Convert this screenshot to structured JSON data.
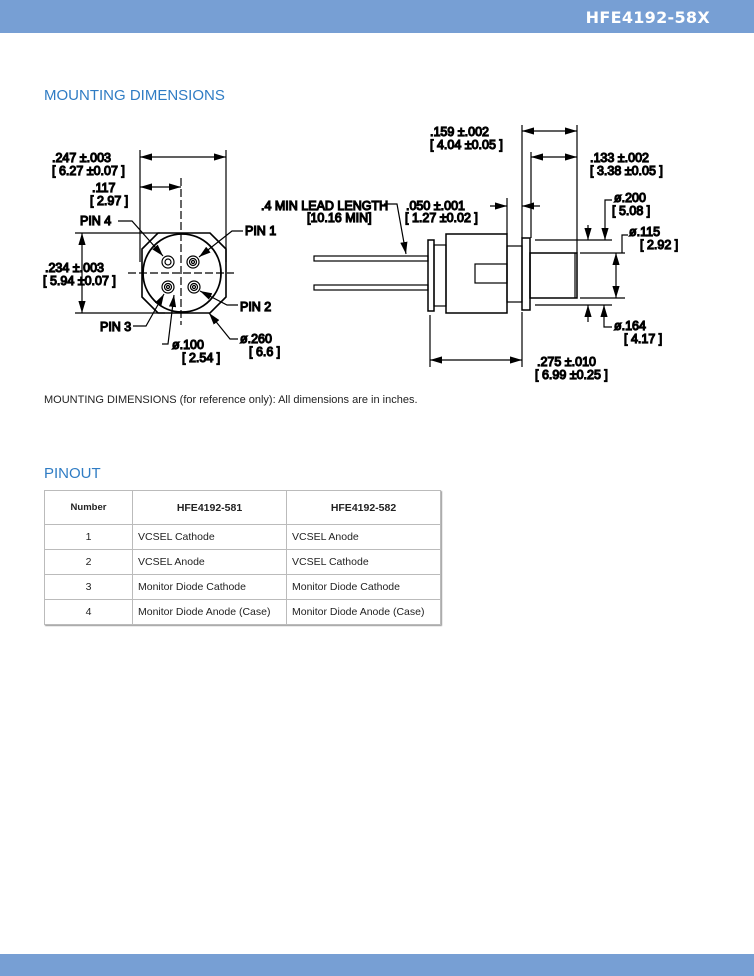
{
  "header": {
    "part_number": "HFE4192-58X"
  },
  "mounting": {
    "title": "MOUNTING DIMENSIONS",
    "note": "MOUNTING DIMENSIONS (for reference only):  All dimensions are in inches.",
    "labels": {
      "w247": ".247 ±.003",
      "w247mm": "[ 6.27 ±0.07 ]",
      "w117": ".117",
      "w117mm": "[ 2.97 ]",
      "pin4": "PIN 4",
      "pin1": "PIN 1",
      "pin2": "PIN 2",
      "pin3": "PIN 3",
      "h234": ".234 ±.003",
      "h234mm": "[ 5.94 ±0.07 ]",
      "d100": "ø.100",
      "d100mm": "[ 2.54 ]",
      "d260": "ø.260",
      "d260mm": "[ 6.6 ]",
      "lead": ".4 MIN LEAD LENGTH",
      "leadmm": "[10.16 MIN]",
      "w050": ".050 ±.001",
      "w050mm": "[ 1.27 ±0.02 ]",
      "w159": ".159 ±.002",
      "w159mm": "[ 4.04 ±0.05 ]",
      "w133": ".133 ±.002",
      "w133mm": "[ 3.38 ±0.05 ]",
      "d200": "ø.200",
      "d200mm": "[ 5.08 ]",
      "d115": "ø.115",
      "d115mm": "[ 2.92 ]",
      "d164": "ø.164",
      "d164mm": "[ 4.17 ]",
      "w275": ".275 ±.010",
      "w275mm": "[ 6.99 ±0.25 ]"
    }
  },
  "pinout": {
    "title": "PINOUT",
    "headers": [
      "Number",
      "HFE4192-581",
      "HFE4192-582"
    ],
    "rows": [
      [
        "1",
        "VCSEL Cathode",
        "VCSEL Anode"
      ],
      [
        "2",
        "VCSEL Anode",
        "VCSEL Cathode"
      ],
      [
        "3",
        "Monitor Diode Cathode",
        "Monitor Diode Cathode"
      ],
      [
        "4",
        "Monitor Diode Anode (Case)",
        "Monitor Diode Anode (Case)"
      ]
    ]
  }
}
